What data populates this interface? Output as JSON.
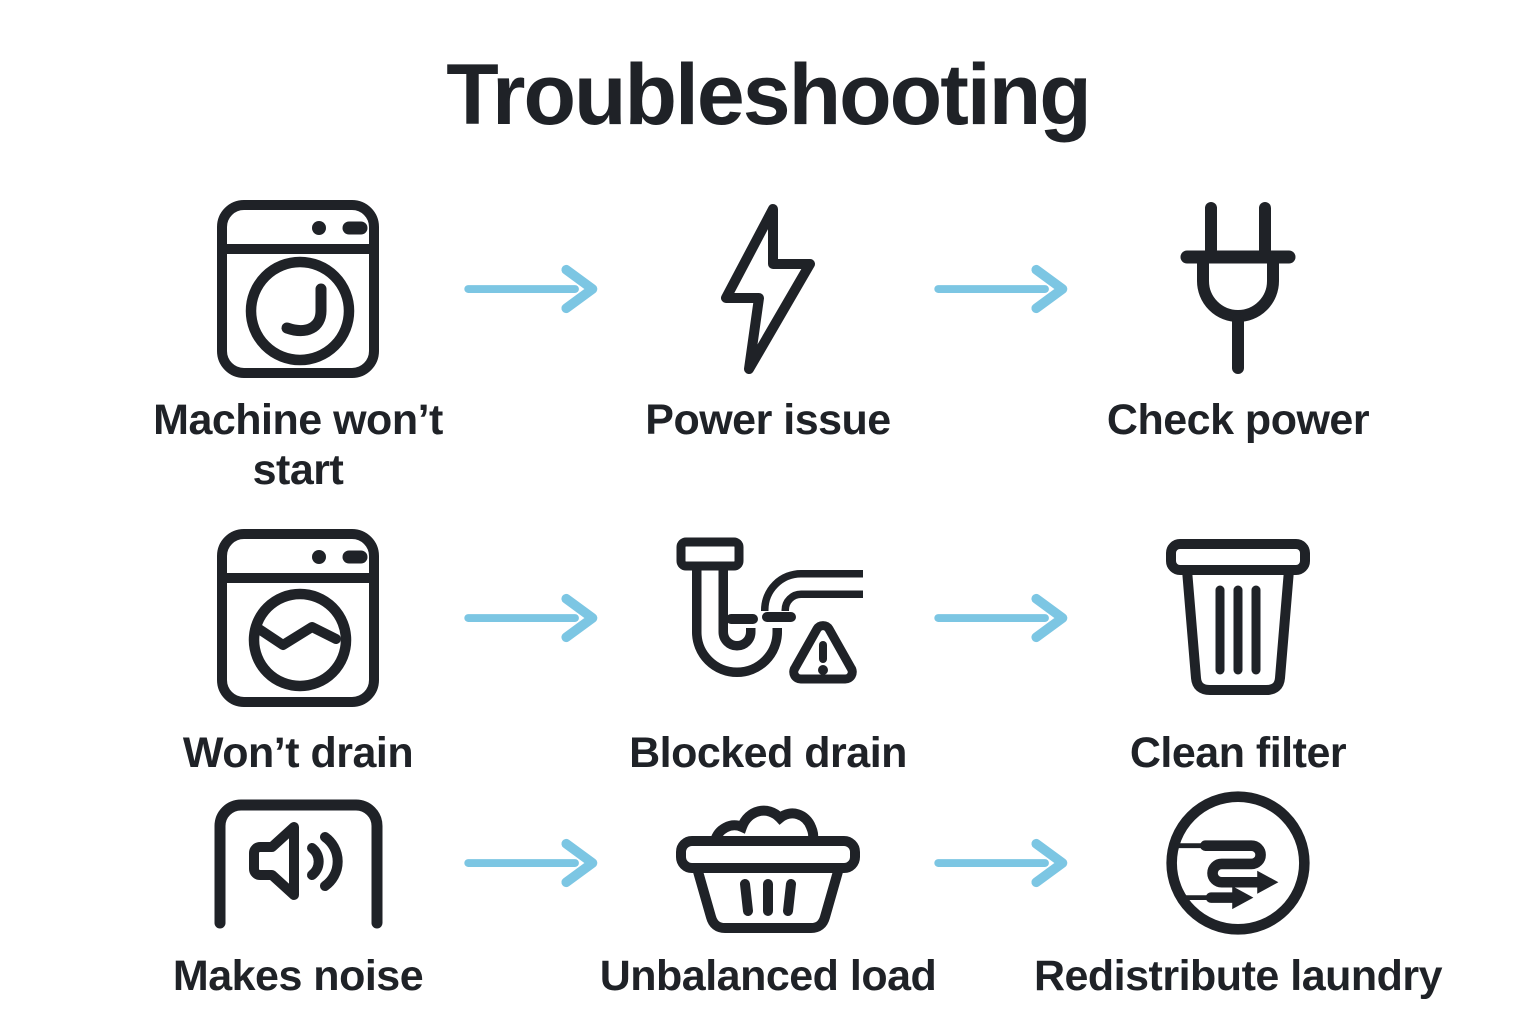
{
  "title": "Troubleshooting",
  "colors": {
    "ink": "#1f2227",
    "arrow_blue": "#7cc6e3",
    "background": "#ffffff"
  },
  "connector": {
    "icon": "right-arrow-icon",
    "direction": "right"
  },
  "rows": [
    {
      "problem": {
        "label": "Machine won’t start",
        "icon": "washing-machine-icon"
      },
      "cause": {
        "label": "Power issue",
        "icon": "lightning-bolt-icon"
      },
      "solution": {
        "label": "Check power",
        "icon": "power-plug-icon"
      }
    },
    {
      "problem": {
        "label": "Won’t drain",
        "icon": "washing-machine-water-icon"
      },
      "cause": {
        "label": "Blocked drain",
        "icon": "blocked-drain-pipe-icon"
      },
      "solution": {
        "label": "Clean filter",
        "icon": "trash-bin-icon"
      }
    },
    {
      "problem": {
        "label": "Makes noise",
        "icon": "machine-noise-speaker-icon"
      },
      "cause": {
        "label": "Unbalanced load",
        "icon": "laundry-basket-icon"
      },
      "solution": {
        "label": "Redistribute laundry",
        "icon": "redistribute-arrows-icon"
      }
    }
  ]
}
